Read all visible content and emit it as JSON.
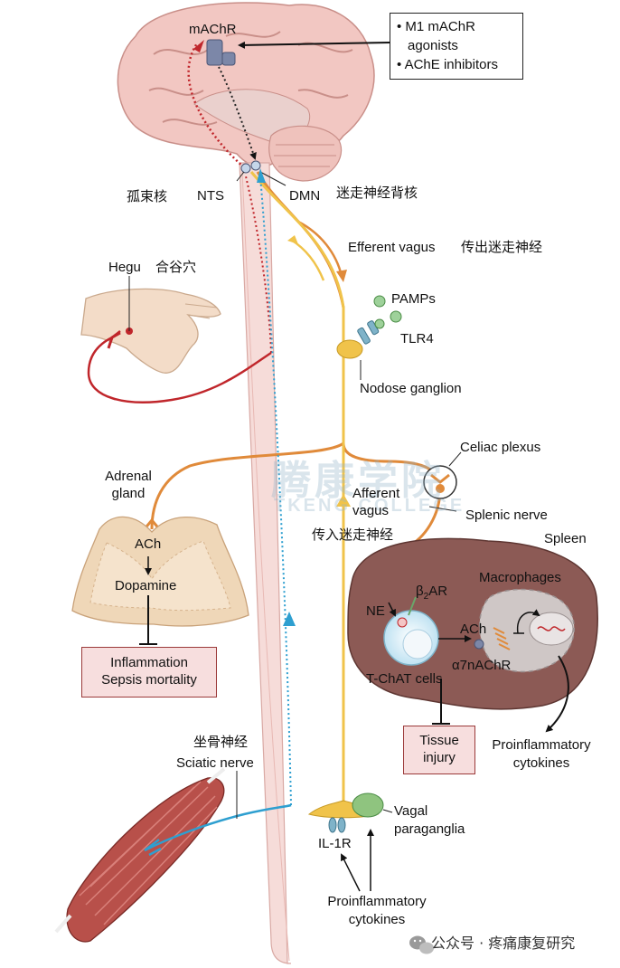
{
  "brain": {
    "receptor_label": "mAChR",
    "nts_label": "NTS",
    "nts_cn": "孤束核",
    "dmn_label": "DMN",
    "dmn_cn": "迷走神经背核"
  },
  "drugs": {
    "item1_line1": "• M1 mAChR",
    "item1_line2": "agonists",
    "item2": "• AChE inhibitors"
  },
  "efferent": {
    "label": "Efferent vagus",
    "cn": "传出迷走神经"
  },
  "afferent": {
    "label_line1": "Afferent",
    "label_line2": "vagus",
    "cn": "传入迷走神经"
  },
  "hegu": {
    "label": "Hegu",
    "cn": "合谷穴"
  },
  "pamps": {
    "pamps_label": "PAMPs",
    "tlr4_label": "TLR4",
    "ganglion_label": "Nodose ganglion"
  },
  "celiac": {
    "label": "Celiac plexus",
    "splenic_nerve": "Splenic nerve"
  },
  "adrenal": {
    "label_line1": "Adrenal",
    "label_line2": "gland",
    "ach": "ACh",
    "dopamine": "Dopamine",
    "inhib_line1": "Inflammation",
    "inhib_line2": "Sepsis mortality"
  },
  "spleen": {
    "label": "Spleen",
    "macrophages": "Macrophages",
    "ne": "NE",
    "b2ar_main": "β",
    "b2ar_sub": "2",
    "b2ar_tail": "AR",
    "ach": "ACh",
    "a7": "α7nAChR",
    "tchat": "T-ChAT cells",
    "tissue_line1": "Tissue",
    "tissue_line2": "injury",
    "cyto_line1": "Proinflammatory",
    "cyto_line2": "cytokines"
  },
  "sciatic": {
    "cn": "坐骨神经",
    "label": "Sciatic nerve"
  },
  "paraganglia": {
    "label_line1": "Vagal",
    "label_line2": "paraganglia",
    "il1r": "IL-1R",
    "cyto_line1": "Proinflammatory",
    "cyto_line2": "cytokines"
  },
  "watermark": {
    "cn": "腾康学院",
    "en": "TKENG COLLEGE"
  },
  "footer": {
    "text": "公众号 · 疼痛康复研究"
  },
  "colors": {
    "efferent": "#e08a3a",
    "afferent": "#f0c34a",
    "hegu_nerve": "#c0262b",
    "sciatic": "#2e9fd0",
    "spinal": "#f6dcd9",
    "brain": "#f2c7c2",
    "spleen": "#8c5a55"
  }
}
